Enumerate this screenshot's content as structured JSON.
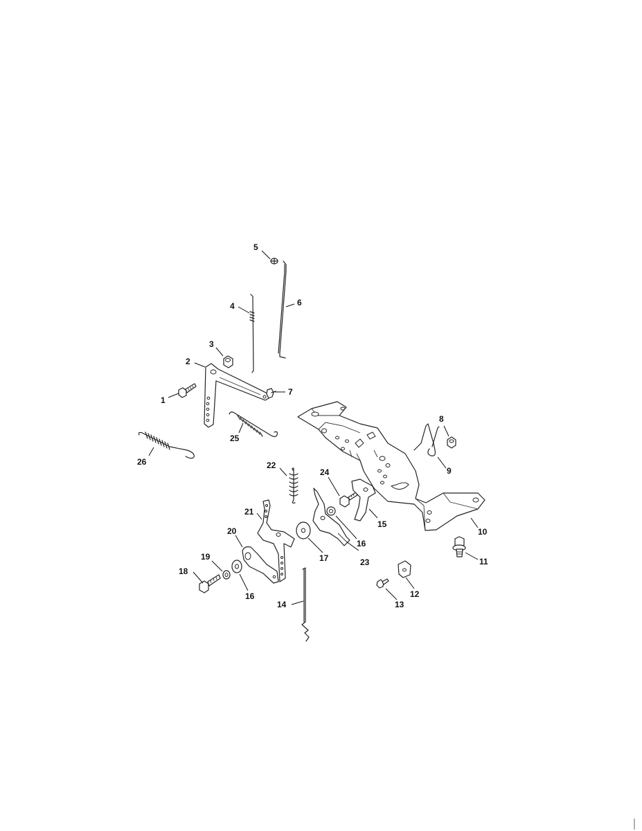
{
  "callouts": {
    "c1": "1",
    "c2": "2",
    "c3": "3",
    "c4": "4",
    "c5": "5",
    "c6": "6",
    "c7": "7",
    "c8": "8",
    "c9": "9",
    "c10": "10",
    "c11": "11",
    "c12": "12",
    "c13": "13",
    "c14": "14",
    "c15": "15",
    "c16a": "16",
    "c16b": "16",
    "c17": "17",
    "c18": "18",
    "c19": "19",
    "c20": "20",
    "c21": "21",
    "c22": "22",
    "c23": "23",
    "c24": "24",
    "c25": "25",
    "c26": "26"
  }
}
